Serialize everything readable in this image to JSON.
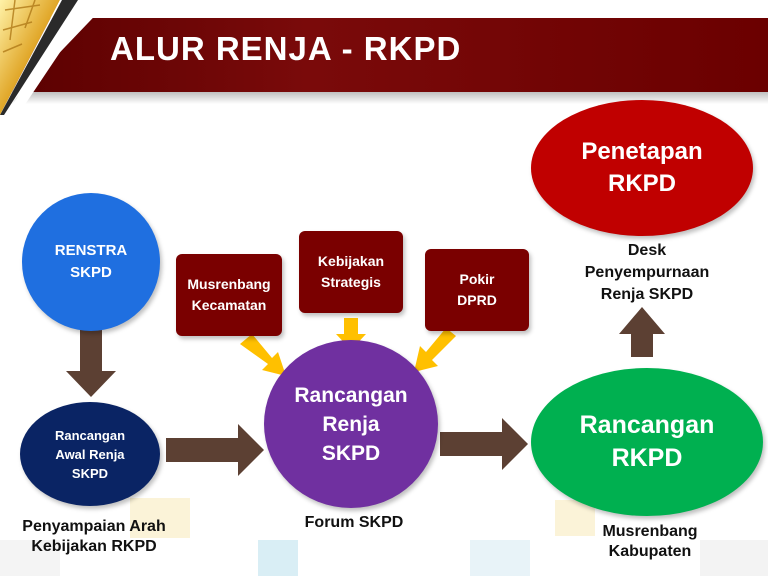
{
  "title": "ALUR RENJA - RKPD",
  "nodes": {
    "renstra": "RENSTRA\nSKPD",
    "rancangan_awal": "Rancangan\nAwal Renja\nSKPD",
    "musrenbang_kecamatan": "Musrenbang\nKecamatan",
    "kebijakan_strategis": "Kebijakan\nStrategis",
    "pokir_dprd": "Pokir\nDPRD",
    "rancangan_renja": "Rancangan\nRenja\nSKPD",
    "rancangan_rkpd": "Rancangan\nRKPD",
    "penetapan_rkpd": "Penetapan\nRKPD"
  },
  "captions": {
    "penyampaian": "Penyampaian Arah\nKebijakan RKPD",
    "forum": "Forum SKPD",
    "musrenbang_kabupaten": "Musrenbang\nKabupaten",
    "desk": "Desk\nPenyempurnaan\nRenja SKPD"
  },
  "colors": {
    "header": "#6b0000",
    "blue": "#1f6fe0",
    "navy": "#0a2464",
    "maroon": "#7a0000",
    "purple": "#7030a0",
    "green": "#00b050",
    "red": "#c00000",
    "brown_arrow": "#5c4033",
    "gold_arrow": "#ffc000"
  }
}
